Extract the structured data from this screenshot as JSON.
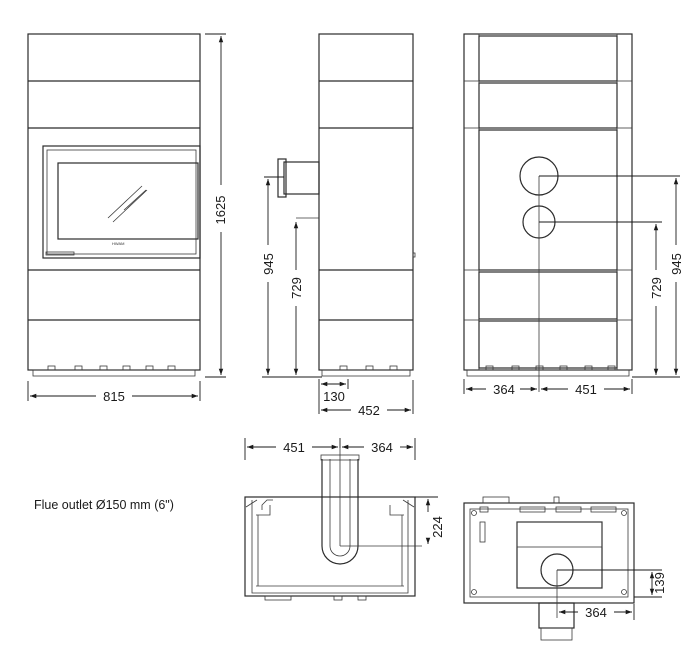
{
  "note": "Flue outlet Ø150 mm (6\")",
  "brand": "HWAM",
  "dimensions": {
    "front_width": "815",
    "height": "1625",
    "side_flue_height": "945",
    "side_air_height": "729",
    "side_flue_offset": "130",
    "side_depth": "452",
    "rear_flue_height": "945",
    "rear_air_height": "729",
    "rear_left": "364",
    "rear_right": "451",
    "top_left": "451",
    "top_right": "364",
    "top_depth": "224",
    "bottom_height": "139",
    "bottom_offset": "364"
  }
}
